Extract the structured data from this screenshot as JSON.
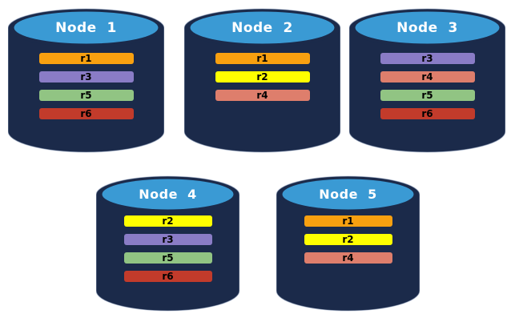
{
  "diagram": {
    "description_visible": false
  },
  "colors": {
    "background": "#ffffff",
    "cylinder_body": "#1b2a4a",
    "cylinder_top_face": "#3a9ad4",
    "title_text": "#ffffff",
    "bar_label_text": "#000000",
    "replica_colors": {
      "r1": "#f8a010",
      "r2": "#ffff00",
      "r3": "#8a7cc6",
      "r4": "#de7e6c",
      "r5": "#91c483",
      "r6": "#c23b2b"
    }
  },
  "nodes": [
    {
      "title": "Node  1",
      "replicas": [
        "r1",
        "r3",
        "r5",
        "r6"
      ]
    },
    {
      "title": "Node  2",
      "replicas": [
        "r1",
        "r2",
        "r4"
      ]
    },
    {
      "title": "Node  3",
      "replicas": [
        "r3",
        "r4",
        "r5",
        "r6"
      ]
    },
    {
      "title": "Node  4",
      "replicas": [
        "r2",
        "r3",
        "r5",
        "r6"
      ]
    },
    {
      "title": "Node  5",
      "replicas": [
        "r1",
        "r2",
        "r4"
      ]
    }
  ]
}
